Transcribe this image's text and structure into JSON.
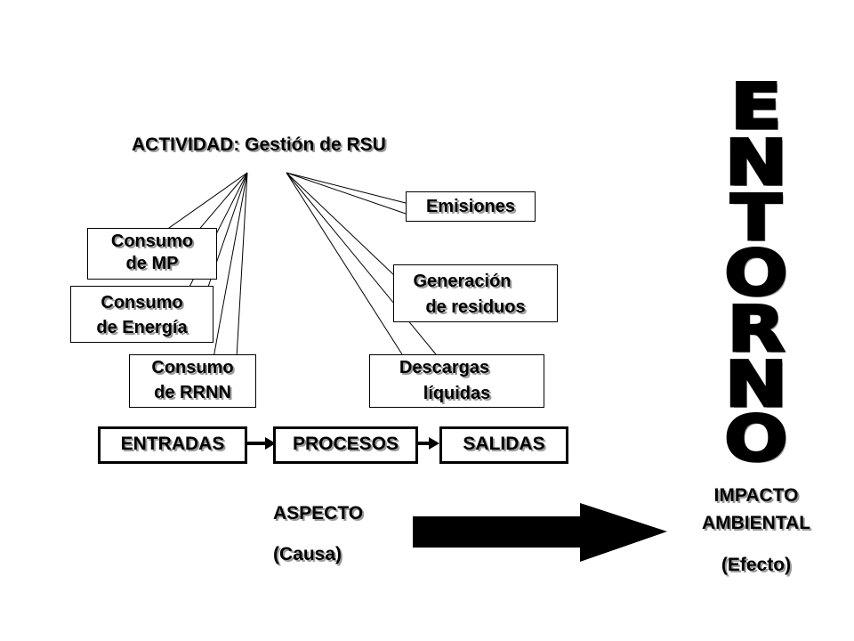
{
  "title": "ACTIVIDAD: Gestión de RSU",
  "inputs": [
    {
      "line1": "Consumo",
      "line2": "de MP"
    },
    {
      "line1": "Consumo",
      "line2": "de Energía"
    },
    {
      "line1": "Consumo",
      "line2": "de RRNN"
    }
  ],
  "outputs": [
    {
      "line1": "Emisiones",
      "line2": ""
    },
    {
      "line1": "Generación",
      "line2": "de residuos"
    },
    {
      "line1": "Descargas",
      "line2": "líquidas"
    }
  ],
  "flow": {
    "entradas": "ENTRADAS",
    "procesos": "PROCESOS",
    "salidas": "SALIDAS"
  },
  "aspecto": {
    "label": "ASPECTO",
    "sub": "(Causa)"
  },
  "impacto": {
    "line1": "IMPACTO",
    "line2": "AMBIENTAL",
    "sub": "(Efecto)"
  },
  "entorno": [
    "E",
    "N",
    "T",
    "O",
    "R",
    "N",
    "O"
  ]
}
